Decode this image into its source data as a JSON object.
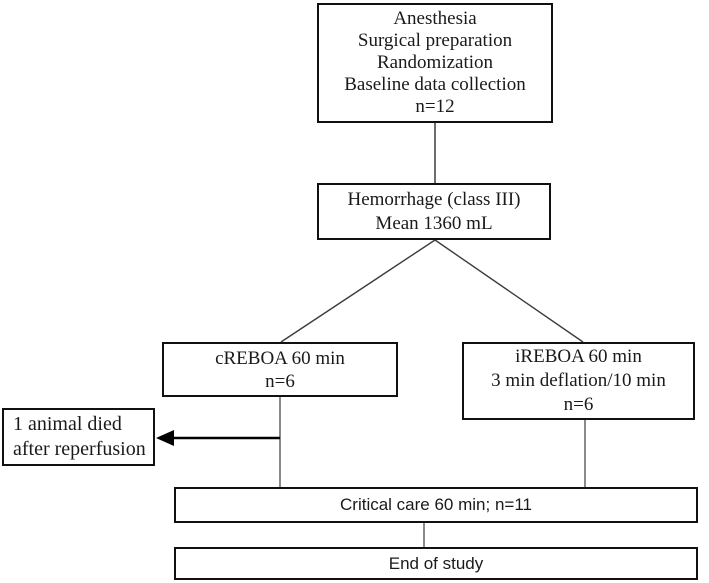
{
  "diagram": {
    "type": "study-flowchart",
    "boxes": {
      "enrollment": {
        "lines": [
          "Anesthesia",
          "Surgical preparation",
          "Randomization",
          "Baseline data collection",
          "n=12"
        ]
      },
      "hemorrhage": {
        "lines": [
          "Hemorrhage (class III)",
          "Mean 1360 mL"
        ]
      },
      "creboa": {
        "lines": [
          "cREBOA 60 min",
          "n=6"
        ]
      },
      "ireboa": {
        "lines": [
          "iREBOA 60 min",
          "3 min deflation/10 min",
          "n=6"
        ]
      },
      "death_note": {
        "lines": [
          "1 animal died",
          "after reperfusion"
        ]
      },
      "critical_care": {
        "label": "Critical care 60 min; n=11"
      },
      "end_of_study": {
        "label": "End of study"
      }
    },
    "colors": {
      "background": "#ffffff",
      "box_border": "#111111",
      "text": "#1a1a1a",
      "connector_line": "#3c3c3c",
      "death_arrow": "#000000"
    }
  }
}
